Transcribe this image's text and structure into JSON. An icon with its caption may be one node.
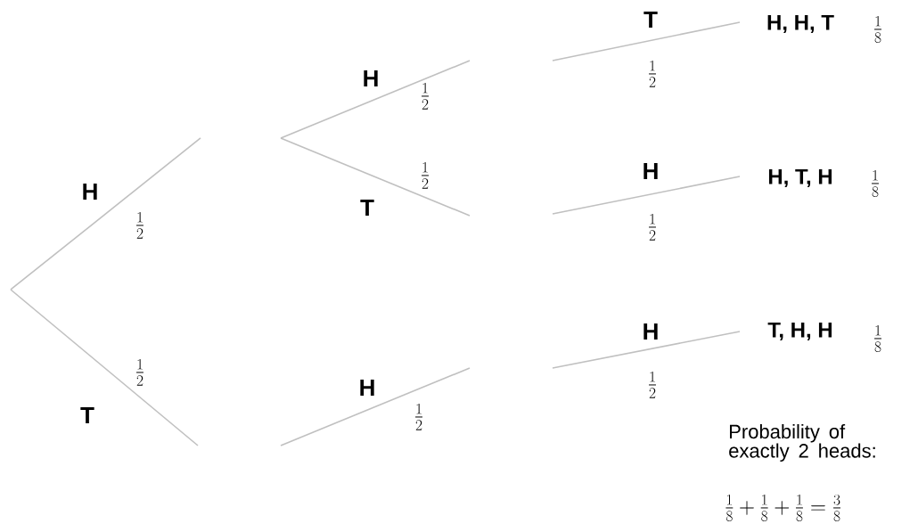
{
  "diagram": {
    "labels": [
      "T",
      "H, H, T",
      "\\frac{1}{8}",
      "\\frac{1}{2}",
      "H",
      "\\frac{1}{2}",
      "\\frac{1}{2}",
      "H",
      "H, T, H",
      "\\frac{1}{8}",
      "H",
      "T",
      "\\frac{1}{2}",
      "\\frac{1}{2}",
      "H",
      "T, H, H",
      "\\frac{1}{8}",
      "\\frac{1}{2}",
      "H",
      "\\frac{1}{2}",
      "\\frac{1}{2}",
      "T",
      "Probability of exactly 2 heads:",
      "\\frac{1}{8} + \\frac{1}{8} + \\frac{1}{8} = \\frac{3}{8}"
    ]
  }
}
